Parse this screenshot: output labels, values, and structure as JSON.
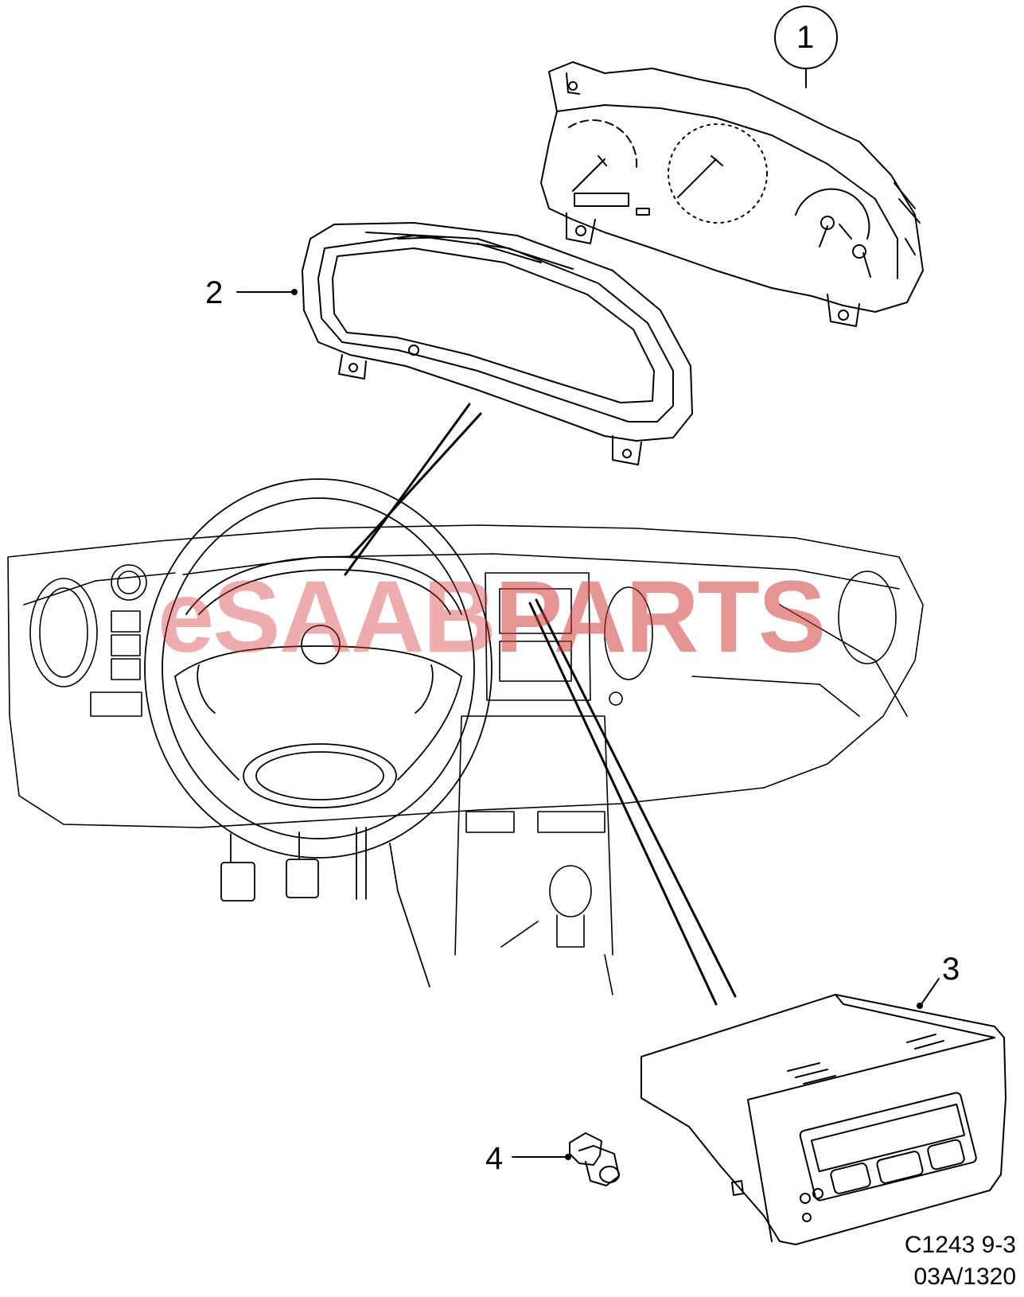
{
  "callouts": [
    {
      "id": "1",
      "label": "1"
    },
    {
      "id": "2",
      "label": "2"
    },
    {
      "id": "3",
      "label": "3"
    },
    {
      "id": "4",
      "label": "4"
    }
  ],
  "watermark": {
    "prefix": "eSAAB",
    "brand": "PARTS",
    "color": "#d43c3c"
  },
  "footer": {
    "code": "C1243 9-3",
    "ref": "03A/1320"
  },
  "colors": {
    "line": "#000000",
    "background": "#ffffff"
  }
}
